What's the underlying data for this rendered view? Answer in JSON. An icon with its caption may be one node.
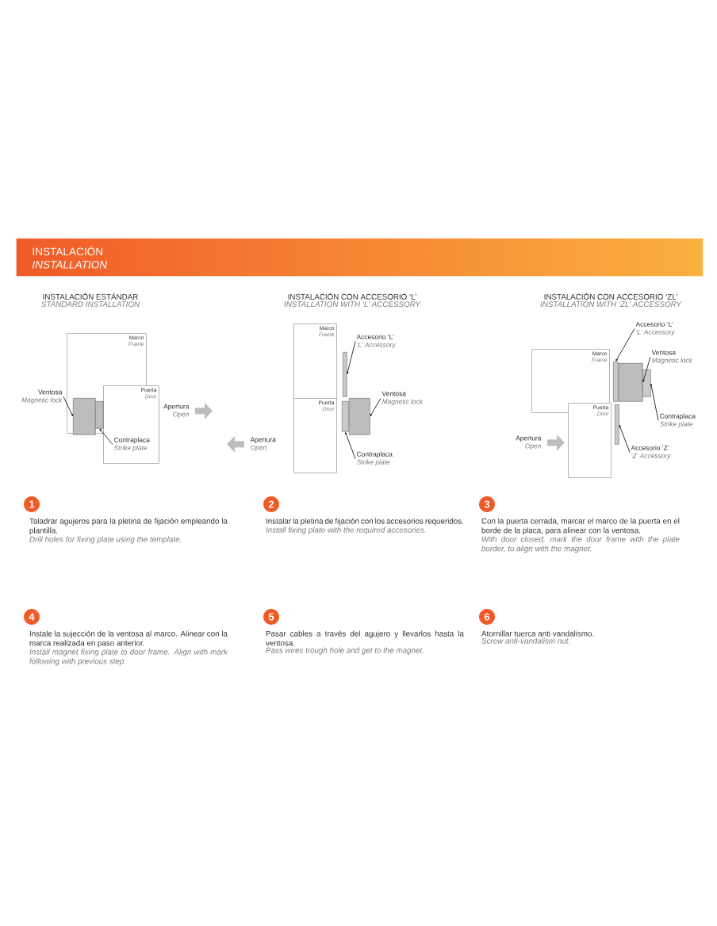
{
  "diagram": {
    "nodes": [
      {
        "text": [
          "INSTALACIÓN",
          "INSTALLATION"
        ]
      },
      {
        "text": [
          "Marco",
          "Frame"
        ]
      },
      {
        "text": [
          "Puerta",
          "Door"
        ]
      },
      {
        "text": [
          "Ventosa",
          "Magnetic lock"
        ]
      },
      {
        "text": [],
        "shape": "box",
        "in": 1
      },
      {
        "text": [],
        "shape": "box",
        "in": 1
      },
      {
        "text": [
          "Contraplaca",
          "Strike plate"
        ],
        "in": 2
      },
      {
        "text": [
          "Marco",
          "Frame"
        ]
      },
      {
        "text": [
          "Puerta",
          "Door"
        ]
      },
      {
        "text": [
          "Accesorio ‘L’",
          "‘L’ Accessory"
        ]
      },
      {
        "text": [],
        "shape": "bar"
      },
      {
        "text": [
          "Ventosa",
          "Magnetic lock"
        ]
      },
      {
        "text": [],
        "shape": "box"
      },
      {
        "text": [],
        "shape": "bar"
      },
      {
        "text": [
          "Contraplaca",
          "Strike plate"
        ]
      },
      {
        "text": [
          "Marco",
          "Frame"
        ]
      },
      {
        "text": [
          "Puerta",
          "Door"
        ]
      },
      {
        "text": [
          "Accesorio ‘L’",
          "‘L’ Accessory"
        ]
      },
      {
        "text": [],
        "shape": "bar"
      },
      {
        "text": [
          "Ventosa",
          "Magnetic lock"
        ]
      },
      {
        "text": [],
        "shape": "box"
      },
      {
        "text": [],
        "shape": "bar"
      },
      {
        "text": [
          "Contraplaca",
          "Strike plate"
        ]
      },
      {
        "text": [],
        "shape": "bar"
      },
      {
        "text": [
          "Accesorio ‘Z’",
          "‘Z’ Accessory"
        ]
      },
      {
        "text": [
          "1"
        ],
        "beside": [
          "Taladrar agujeros para la pletina de fijación empleando la plantilla.",
          "Drill holes for fixing plate using the template."
        ]
      },
      {
        "text": [
          "2"
        ],
        "beside": [
          "Instalar la pletina de fijación con los accesorios requeridos.",
          "Install fixing plate with the required accesories."
        ]
      },
      {
        "text": [
          "3"
        ],
        "beside": [
          "Con la puerta cerrada, marcar el marco de la puerta en el borde de la placa, para alinear con la ventosa.",
          "With door closed, mark the door frame with the plate border, to align with the magnet."
        ]
      },
      {
        "text": [
          "4"
        ],
        "beside": [
          "Instale la sujección de la ventosa al marco. Alinear con la marca realizada en paso anterior.",
          "Install magnet fixing plate to door frame. Align with mark following with previous step."
        ]
      },
      {
        "text": [
          "5"
        ],
        "beside": [
          "Pasar cables a través del agujero y llevarlos hasta la ventosa.",
          "Pass wires trough hole  and get to the magnet."
        ]
      },
      {
        "text": [
          "6"
        ],
        "beside": [
          "Atornillar tuerca anti vandalismo.",
          "Screw anti-vandalism nut."
        ]
      },
      {
        "text": [
          "Apertura",
          "Open"
        ]
      },
      {
        "text": [
          "Apertura",
          "Open"
        ]
      },
      {
        "text": [
          "Apertura",
          "Open"
        ]
      }
    ],
    "edges": [
      {
        "from": 3,
        "to": 4,
        "arrow": "to"
      },
      {
        "from": 6,
        "to": 5,
        "arrow": "to"
      },
      {
        "from": 9,
        "to": 10,
        "arrow": "to"
      },
      {
        "from": 11,
        "to": 12,
        "arrow": "to"
      },
      {
        "from": 14,
        "to": 13,
        "arrow": "to"
      },
      {
        "from": 17,
        "to": 18,
        "arrow": "to"
      },
      {
        "from": 19,
        "to": 20,
        "arrow": "to"
      },
      {
        "from": 22,
        "to": 21,
        "arrow": "to"
      },
      {
        "from": 24,
        "to": 23,
        "arrow": "to"
      },
      {
        "from": 31,
        "to": null,
        "arrow": "to",
        "style": "thick",
        "color": "#bdbdbd"
      },
      {
        "from": 32,
        "to": null,
        "arrow": "to",
        "style": "thick",
        "color": "#bdbdbd"
      },
      {
        "from": 33,
        "to": null,
        "arrow": "to",
        "style": "thick",
        "color": "#bdbdbd"
      }
    ],
    "labels": [
      "INSTALACIÓN ESTÁNDAR",
      "STANDARD INSTALLATION",
      "INSTALACIÓN CON ACCESORIO ‘L’",
      "INSTALLATION WITH ‘L’ ACCESSORY",
      "INSTALACIÓN CON ACCESORIO ‘ZL’",
      "INSTALLATION WITH ‘ZL’ ACCESSORY"
    ]
  }
}
